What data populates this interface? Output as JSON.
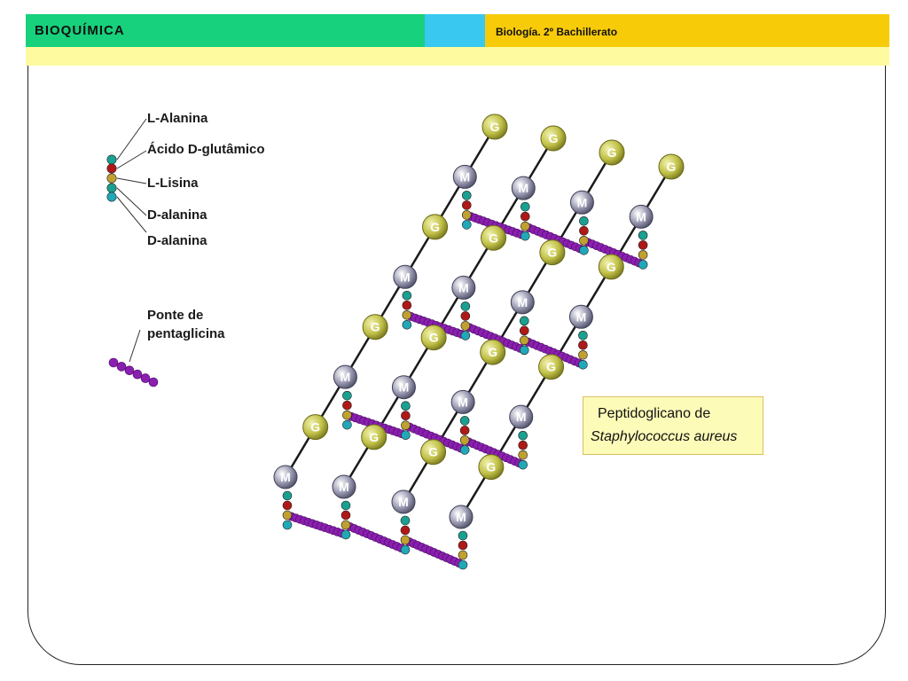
{
  "header": {
    "title": "BIOQUÍMICA",
    "subtitle": "Biología. 2º Bachillerato",
    "colors": {
      "left": "#17d17c",
      "middle": "#38c8f0",
      "right": "#f8cb08",
      "band": "#fdfaa0"
    }
  },
  "legend": {
    "amino_acids": [
      "L-Alanina",
      "Ácido D-glutâmico",
      "L-Lisina",
      "D-alanina",
      "D-alanina"
    ],
    "bridge_label_line1": "Ponte de",
    "bridge_label_line2": "pentaglicina"
  },
  "nodes": {
    "g_label": "G",
    "m_label": "M"
  },
  "callout": {
    "line1": "Peptidoglicano de",
    "line2": "Staphylococcus aureus"
  },
  "colors": {
    "glycine_bead": "#8a1fb0",
    "alanine": "#1aa090",
    "glutamic": "#b01818",
    "lysine": "#c0a030",
    "dalanine": "#20a8b8",
    "g_node": "#c8c850",
    "m_node": "#9090a8"
  }
}
